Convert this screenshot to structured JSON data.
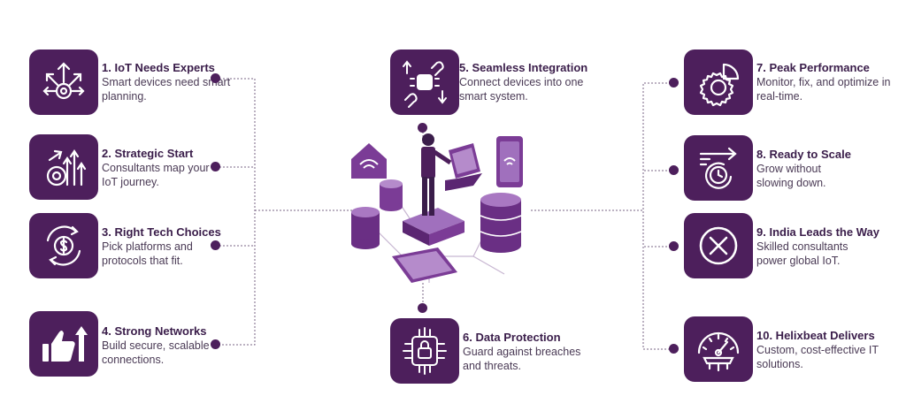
{
  "colors": {
    "tile": "#4d1f5c",
    "accent": "#7b3c96",
    "line": "#6f5a7c"
  },
  "steps": [
    {
      "title": "1. IoT Needs Experts",
      "desc": "Smart devices need smart planning.",
      "icon": "arrows-gear-icon"
    },
    {
      "title": "2. Strategic Start",
      "desc": "Consultants map your IoT journey.",
      "icon": "rising-arrows-gear-icon"
    },
    {
      "title": "3. Right Tech Choices",
      "desc": "Pick platforms and protocols that fit.",
      "icon": "dollar-cycle-icon"
    },
    {
      "title": "4. Strong Networks",
      "desc": "Build secure, scalable connections.",
      "icon": "thumbs-up-arrow-icon"
    },
    {
      "title": "5. Seamless Integration",
      "desc": "Connect devices into one smart system.",
      "icon": "chain-link-robot-icon"
    },
    {
      "title": "6. Data Protection",
      "desc": "Guard against breaches and threats.",
      "icon": "lock-circuit-icon"
    },
    {
      "title": "7. Peak Performance",
      "desc": "Monitor, fix, and optimize in real-time.",
      "icon": "gear-chart-icon"
    },
    {
      "title": "8. Ready to Scale",
      "desc": "Grow without slowing down.",
      "icon": "clock-arrow-icon"
    },
    {
      "title": "9. India Leads the Way",
      "desc": "Skilled consultants power global IoT.",
      "icon": "circle-x-icon"
    },
    {
      "title": "10. Helixbeat Delivers",
      "desc": "Custom, cost-effective IT solutions.",
      "icon": "gauge-gear-icon"
    }
  ]
}
